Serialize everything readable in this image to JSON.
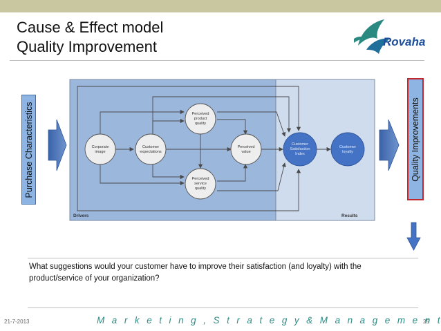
{
  "slide": {
    "title_line1": "Cause & Effect model",
    "title_line2": "Quality Improvement",
    "logo_text": "Rovaha",
    "left_label": "Purchase Characteristics",
    "right_label": "Quality Improvements",
    "question": "What suggestions would your customer have to improve their satisfaction (and loyalty) with the product/service of your organization?",
    "footer_date": "21-7-2013",
    "footer_center": "M a r k e t i n g ,   S t r a t e g y   &   M a n a g e m e n t",
    "page_number": "25"
  },
  "diagram": {
    "region_left_label": "Drivers",
    "region_right_label": "Results",
    "nodes": {
      "corporate_image": [
        "Corporate",
        "image"
      ],
      "customer_expectations": [
        "Customer",
        "expectations"
      ],
      "perceived_product_quality": [
        "Perceived",
        "product",
        "quality"
      ],
      "perceived_service_quality": [
        "Perceived",
        "service",
        "quality"
      ],
      "perceived_value": [
        "Perceived",
        "value"
      ],
      "customer_satisfaction_index": [
        "Customer",
        "Satisfaction",
        "Index"
      ],
      "customer_loyalty": [
        "Customer",
        "loyalty"
      ]
    }
  },
  "colors": {
    "drivers_panel": "#9cb7dc",
    "results_panel": "#cfdcee",
    "node_fill": "#eeeeee",
    "node_dark": "#4472c4",
    "arrow_blue": "#4f81bd",
    "label_fill": "#8db4e2",
    "highlight_red": "#c0282d",
    "footer_teal": "#2e8b83"
  }
}
